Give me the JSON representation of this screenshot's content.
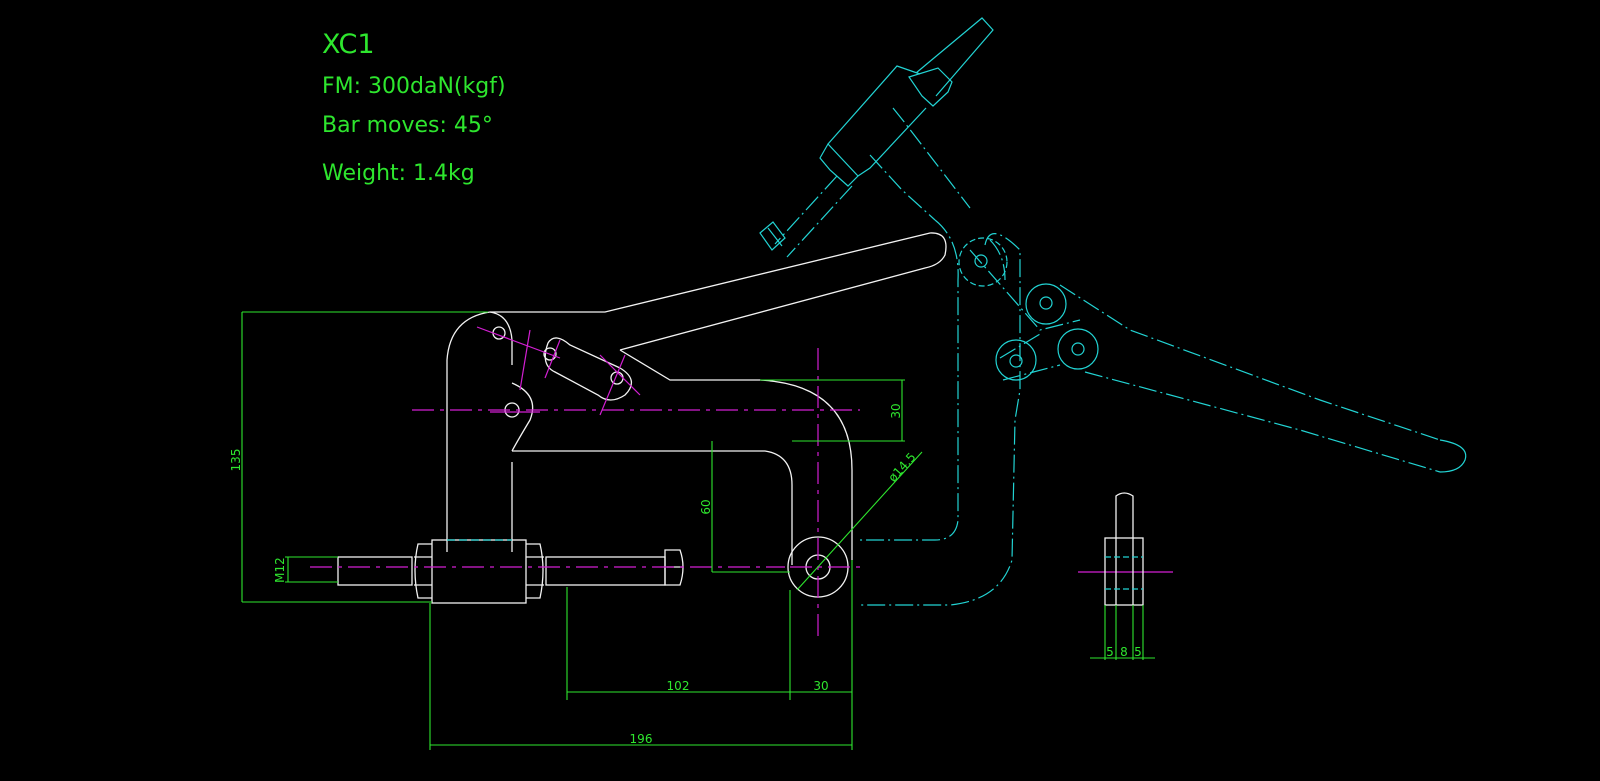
{
  "specs": {
    "model": "XC1",
    "force": "FM: 300daN(kgf)",
    "bar_moves": "Bar moves: 45°",
    "weight": "Weight: 1.4kg"
  },
  "dimensions": {
    "height_total": "135",
    "thread": "M12",
    "arm_gap": "30",
    "hook_depth": "60",
    "hole_diameter": "ø14.5",
    "screw_offset": "102",
    "hook_width": "30",
    "overall_length": "196",
    "side_a": "5",
    "side_b": "8",
    "side_c": "5"
  },
  "colors": {
    "outline": "#f2f2f2",
    "dimension": "#2ee62e",
    "alt_position": "#22d3d3",
    "centerline": "#d21fd2"
  }
}
